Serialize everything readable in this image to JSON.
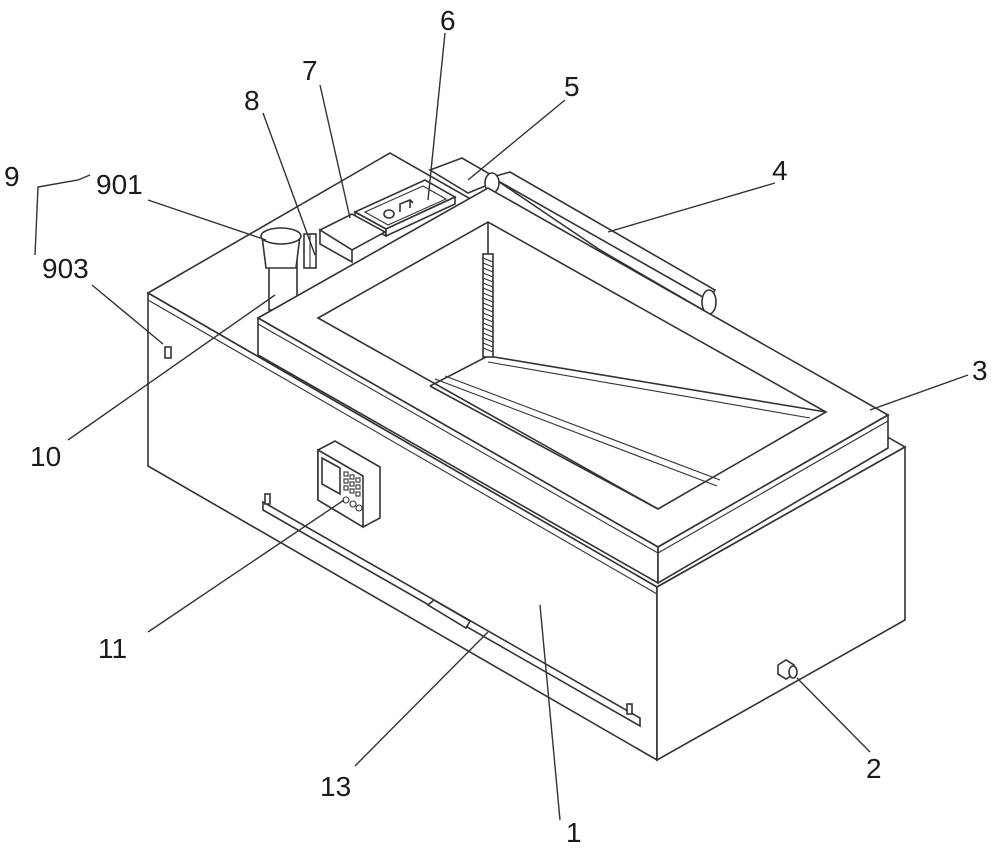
{
  "figure": {
    "labels": {
      "l1": "1",
      "l2": "2",
      "l3": "3",
      "l4": "4",
      "l5": "5",
      "l6": "6",
      "l7": "7",
      "l8": "8",
      "l9": "9",
      "l901": "901",
      "l903": "903",
      "l10": "10",
      "l11": "11",
      "l13": "13"
    }
  }
}
